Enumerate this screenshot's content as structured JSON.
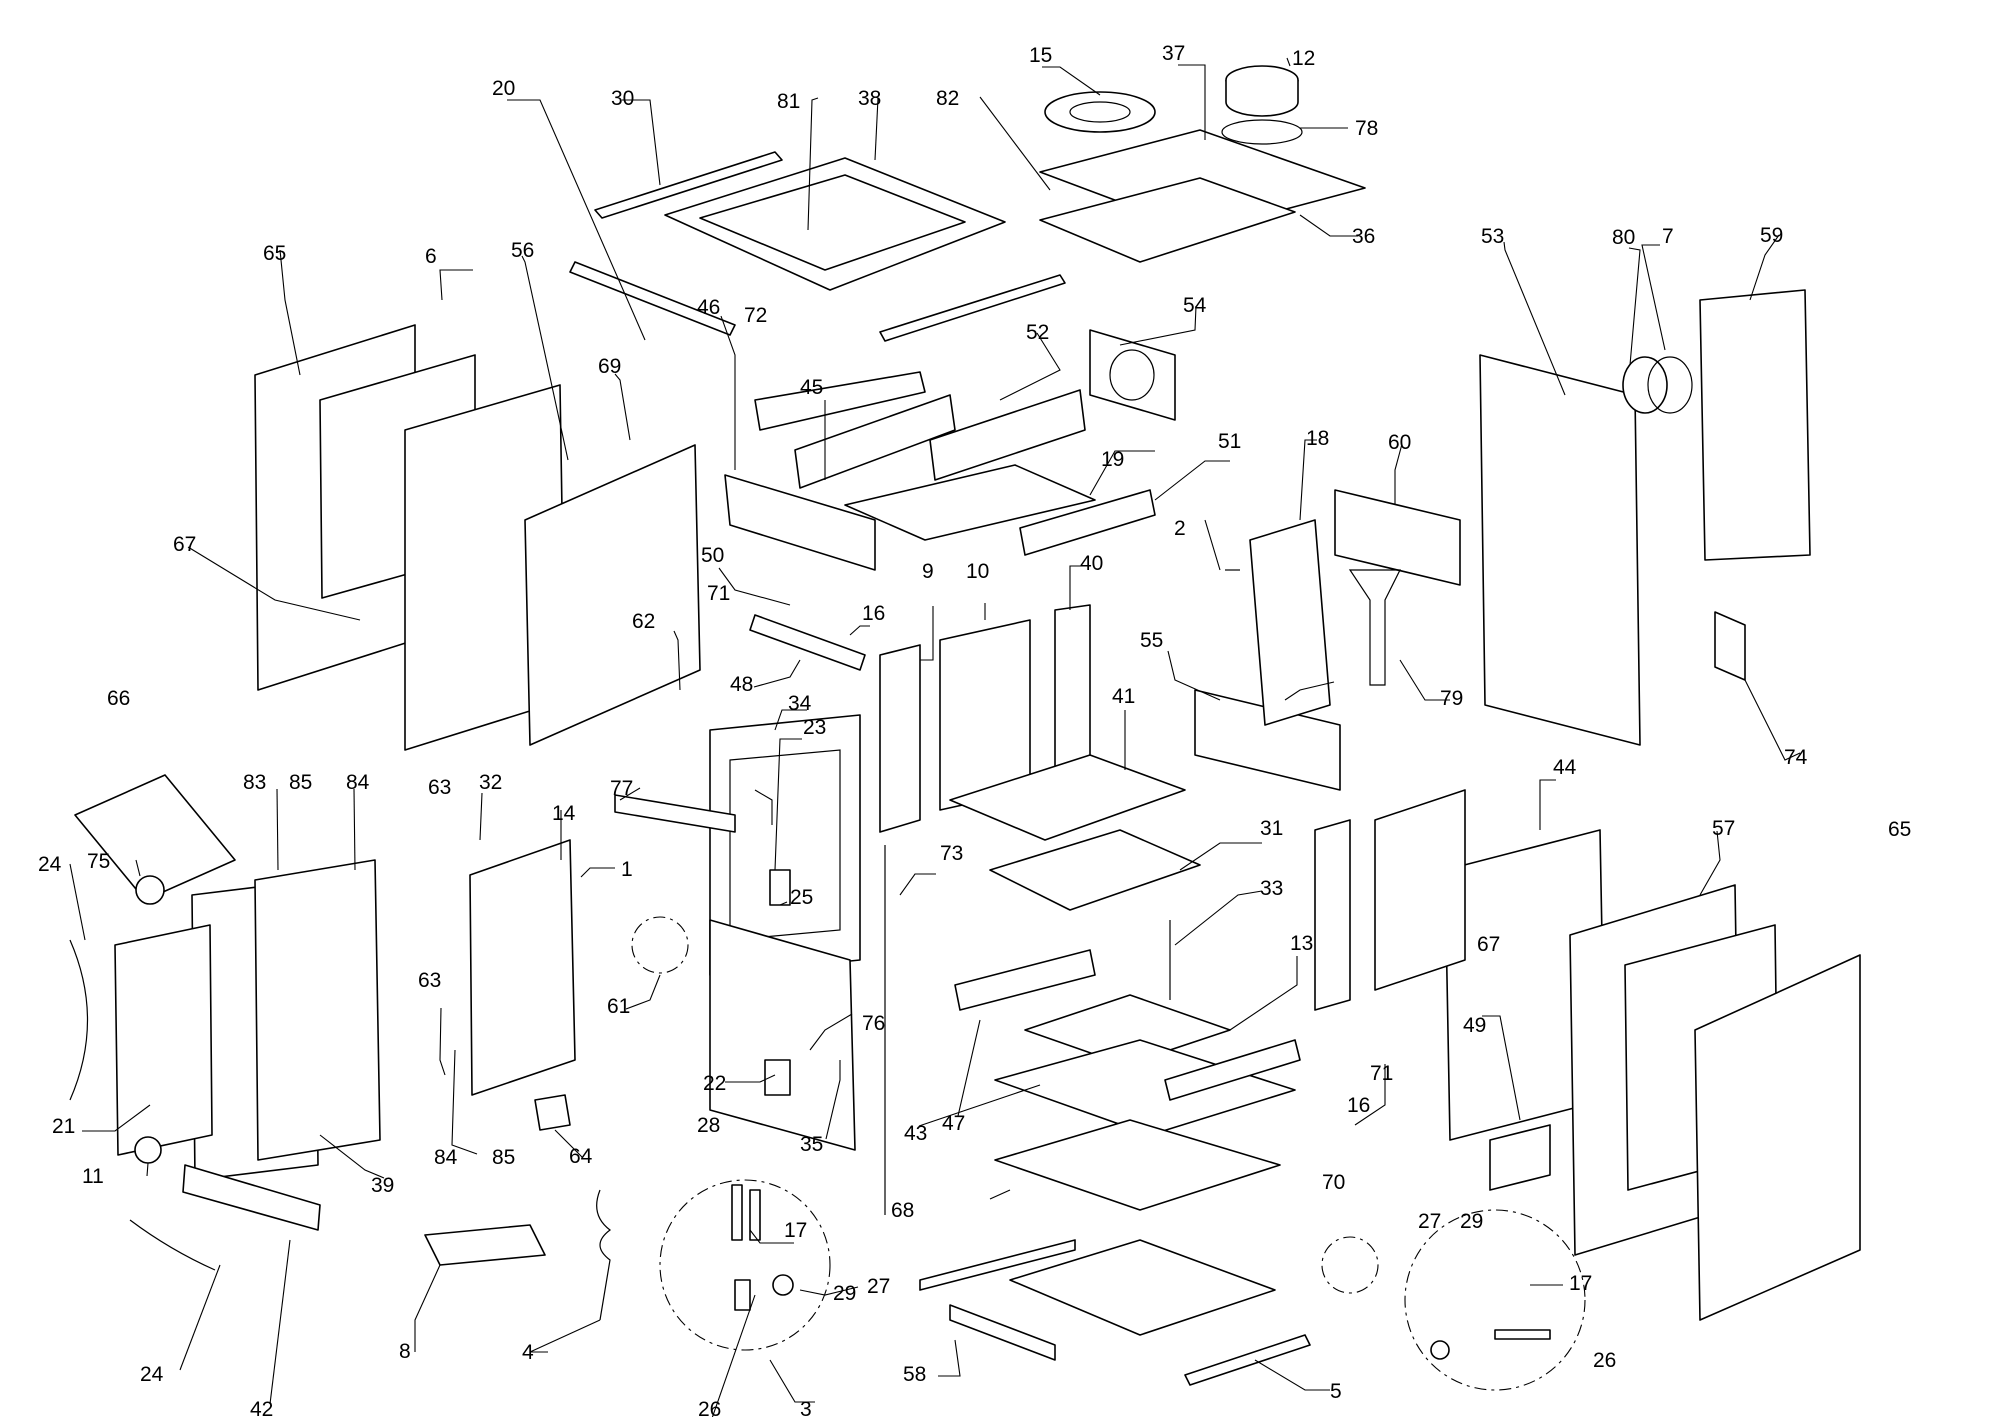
{
  "callouts": [
    "1",
    "2",
    "3",
    "4",
    "5",
    "6",
    "7",
    "8",
    "9",
    "10",
    "11",
    "12",
    "13",
    "14",
    "15",
    "16",
    "17",
    "18",
    "19",
    "20",
    "21",
    "22",
    "23",
    "24",
    "25",
    "26",
    "27",
    "28",
    "29",
    "30",
    "31",
    "32",
    "33",
    "34",
    "35",
    "36",
    "37",
    "38",
    "39",
    "40",
    "41",
    "42",
    "43",
    "44",
    "45",
    "46",
    "47",
    "48",
    "49",
    "50",
    "51",
    "52",
    "53",
    "54",
    "55",
    "56",
    "57",
    "58",
    "59",
    "60",
    "61",
    "62",
    "63",
    "64",
    "65",
    "66",
    "67",
    "68",
    "69",
    "70",
    "71",
    "72",
    "73",
    "74",
    "75",
    "76",
    "77",
    "78",
    "79",
    "80",
    "81",
    "82",
    "83",
    "84",
    "85"
  ]
}
